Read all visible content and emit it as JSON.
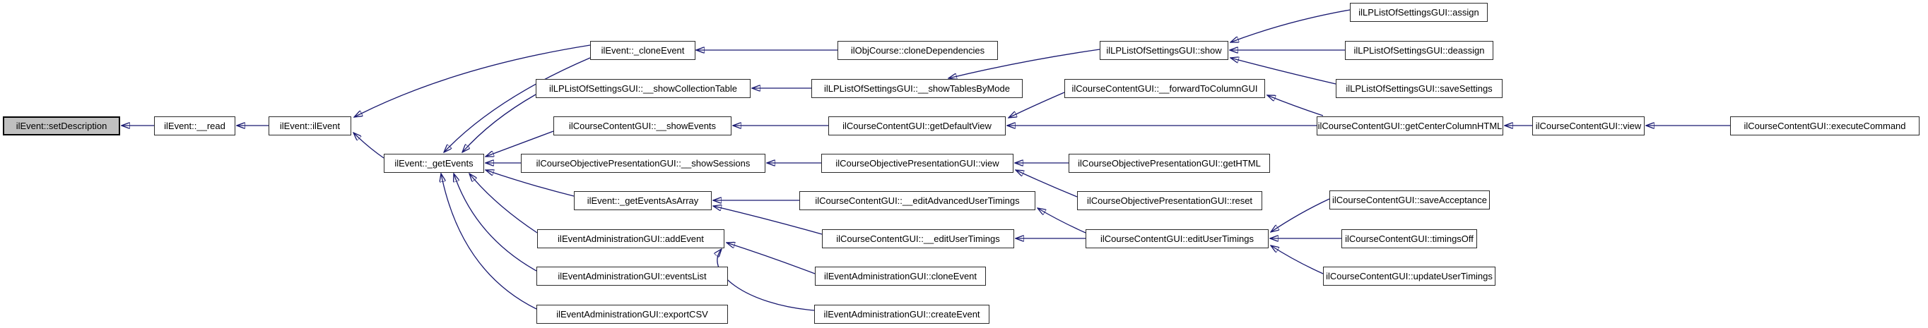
{
  "diagram": {
    "kind": "doxygen-caller-graph",
    "root_function": "ilEvent::setDescription",
    "colors": {
      "edge": "#191970",
      "node_border": "#2a2a2a",
      "node_fill": "#ffffff",
      "highlight_fill": "#c0c0c0",
      "background": "#ffffff"
    }
  },
  "nodes": [
    {
      "id": "setDescription",
      "label": "ilEvent::setDescription",
      "highlighted": true
    },
    {
      "id": "read",
      "label": "ilEvent::__read"
    },
    {
      "id": "ilEvent",
      "label": "ilEvent::ilEvent"
    },
    {
      "id": "getEvents",
      "label": "ilEvent::_getEvents"
    },
    {
      "id": "cloneEvent",
      "label": "ilEvent::_cloneEvent"
    },
    {
      "id": "showCollectionTable",
      "label": "ilLPListOfSettingsGUI::__showCollectionTable"
    },
    {
      "id": "showEvents",
      "label": "ilCourseContentGUI::__showEvents"
    },
    {
      "id": "showSessions",
      "label": "ilCourseObjectivePresentationGUI::__showSessions"
    },
    {
      "id": "getEventsAsArray",
      "label": "ilEvent::_getEventsAsArray"
    },
    {
      "id": "addEvent",
      "label": "ilEventAdministrationGUI::addEvent"
    },
    {
      "id": "eventsList",
      "label": "ilEventAdministrationGUI::eventsList"
    },
    {
      "id": "exportCSV",
      "label": "ilEventAdministrationGUI::exportCSV"
    },
    {
      "id": "cloneDependencies",
      "label": "ilObjCourse::cloneDependencies"
    },
    {
      "id": "showTablesByMode",
      "label": "ilLPListOfSettingsGUI::__showTablesByMode"
    },
    {
      "id": "getDefaultView",
      "label": "ilCourseContentGUI::getDefaultView"
    },
    {
      "id": "objView",
      "label": "ilCourseObjectivePresentationGUI::view"
    },
    {
      "id": "editAdvancedUserTimings",
      "label": "ilCourseContentGUI::__editAdvancedUserTimings"
    },
    {
      "id": "editUserTimingsPriv",
      "label": "ilCourseContentGUI::__editUserTimings"
    },
    {
      "id": "adminCloneEvent",
      "label": "ilEventAdministrationGUI::cloneEvent"
    },
    {
      "id": "createEvent",
      "label": "ilEventAdministrationGUI::createEvent"
    },
    {
      "id": "show",
      "label": "ilLPListOfSettingsGUI::show"
    },
    {
      "id": "forwardToColumnGUI",
      "label": "ilCourseContentGUI::__forwardToColumnGUI"
    },
    {
      "id": "getHTML",
      "label": "ilCourseObjectivePresentationGUI::getHTML"
    },
    {
      "id": "reset",
      "label": "ilCourseObjectivePresentationGUI::reset"
    },
    {
      "id": "editUserTimings",
      "label": "ilCourseContentGUI::editUserTimings"
    },
    {
      "id": "assign",
      "label": "ilLPListOfSettingsGUI::assign"
    },
    {
      "id": "deassign",
      "label": "ilLPListOfSettingsGUI::deassign"
    },
    {
      "id": "saveSettings",
      "label": "ilLPListOfSettingsGUI::saveSettings"
    },
    {
      "id": "getCenterColumnHTML",
      "label": "ilCourseContentGUI::getCenterColumnHTML"
    },
    {
      "id": "saveAcceptance",
      "label": "ilCourseContentGUI::saveAcceptance"
    },
    {
      "id": "timingsOff",
      "label": "ilCourseContentGUI::timingsOff"
    },
    {
      "id": "updateUserTimings",
      "label": "ilCourseContentGUI::updateUserTimings"
    },
    {
      "id": "ccView",
      "label": "ilCourseContentGUI::view"
    },
    {
      "id": "executeCommand",
      "label": "ilCourseContentGUI::executeCommand"
    }
  ],
  "edges": [
    {
      "from": "ilEvent::__read",
      "to": "ilEvent::setDescription"
    },
    {
      "from": "ilEvent::ilEvent",
      "to": "ilEvent::__read"
    },
    {
      "from": "ilEvent::_cloneEvent",
      "to": "ilEvent::ilEvent"
    },
    {
      "from": "ilEvent::_getEvents",
      "to": "ilEvent::ilEvent"
    },
    {
      "from": "ilObjCourse::cloneDependencies",
      "to": "ilEvent::_cloneEvent"
    },
    {
      "from": "ilEvent::_cloneEvent",
      "to": "ilEvent::_getEvents"
    },
    {
      "from": "ilLPListOfSettingsGUI::__showCollectionTable",
      "to": "ilEvent::_getEvents"
    },
    {
      "from": "ilCourseContentGUI::__showEvents",
      "to": "ilEvent::_getEvents"
    },
    {
      "from": "ilCourseObjectivePresentationGUI::__showSessions",
      "to": "ilEvent::_getEvents"
    },
    {
      "from": "ilEvent::_getEventsAsArray",
      "to": "ilEvent::_getEvents"
    },
    {
      "from": "ilEventAdministrationGUI::addEvent",
      "to": "ilEvent::_getEvents"
    },
    {
      "from": "ilEventAdministrationGUI::eventsList",
      "to": "ilEvent::_getEvents"
    },
    {
      "from": "ilEventAdministrationGUI::exportCSV",
      "to": "ilEvent::_getEvents"
    },
    {
      "from": "ilLPListOfSettingsGUI::__showTablesByMode",
      "to": "ilLPListOfSettingsGUI::__showCollectionTable"
    },
    {
      "from": "ilCourseContentGUI::getDefaultView",
      "to": "ilCourseContentGUI::__showEvents"
    },
    {
      "from": "ilCourseObjectivePresentationGUI::view",
      "to": "ilCourseObjectivePresentationGUI::__showSessions"
    },
    {
      "from": "ilCourseContentGUI::__editAdvancedUserTimings",
      "to": "ilEvent::_getEventsAsArray"
    },
    {
      "from": "ilCourseContentGUI::__editUserTimings",
      "to": "ilEvent::_getEventsAsArray"
    },
    {
      "from": "ilEventAdministrationGUI::cloneEvent",
      "to": "ilEventAdministrationGUI::addEvent"
    },
    {
      "from": "ilEventAdministrationGUI::createEvent",
      "to": "ilEventAdministrationGUI::addEvent"
    },
    {
      "from": "ilLPListOfSettingsGUI::show",
      "to": "ilLPListOfSettingsGUI::__showTablesByMode"
    },
    {
      "from": "ilLPListOfSettingsGUI::assign",
      "to": "ilLPListOfSettingsGUI::show"
    },
    {
      "from": "ilLPListOfSettingsGUI::deassign",
      "to": "ilLPListOfSettingsGUI::show"
    },
    {
      "from": "ilLPListOfSettingsGUI::saveSettings",
      "to": "ilLPListOfSettingsGUI::show"
    },
    {
      "from": "ilCourseContentGUI::__forwardToColumnGUI",
      "to": "ilCourseContentGUI::getDefaultView"
    },
    {
      "from": "ilCourseContentGUI::getCenterColumnHTML",
      "to": "ilCourseContentGUI::getDefaultView"
    },
    {
      "from": "ilCourseContentGUI::getCenterColumnHTML",
      "to": "ilCourseContentGUI::__forwardToColumnGUI"
    },
    {
      "from": "ilCourseContentGUI::view",
      "to": "ilCourseContentGUI::getCenterColumnHTML"
    },
    {
      "from": "ilCourseContentGUI::executeCommand",
      "to": "ilCourseContentGUI::view"
    },
    {
      "from": "ilCourseObjectivePresentationGUI::getHTML",
      "to": "ilCourseObjectivePresentationGUI::view"
    },
    {
      "from": "ilCourseObjectivePresentationGUI::reset",
      "to": "ilCourseObjectivePresentationGUI::view"
    },
    {
      "from": "ilCourseContentGUI::editUserTimings",
      "to": "ilCourseContentGUI::__editAdvancedUserTimings"
    },
    {
      "from": "ilCourseContentGUI::editUserTimings",
      "to": "ilCourseContentGUI::__editUserTimings"
    },
    {
      "from": "ilCourseContentGUI::saveAcceptance",
      "to": "ilCourseContentGUI::editUserTimings"
    },
    {
      "from": "ilCourseContentGUI::timingsOff",
      "to": "ilCourseContentGUI::editUserTimings"
    },
    {
      "from": "ilCourseContentGUI::updateUserTimings",
      "to": "ilCourseContentGUI::editUserTimings"
    }
  ]
}
